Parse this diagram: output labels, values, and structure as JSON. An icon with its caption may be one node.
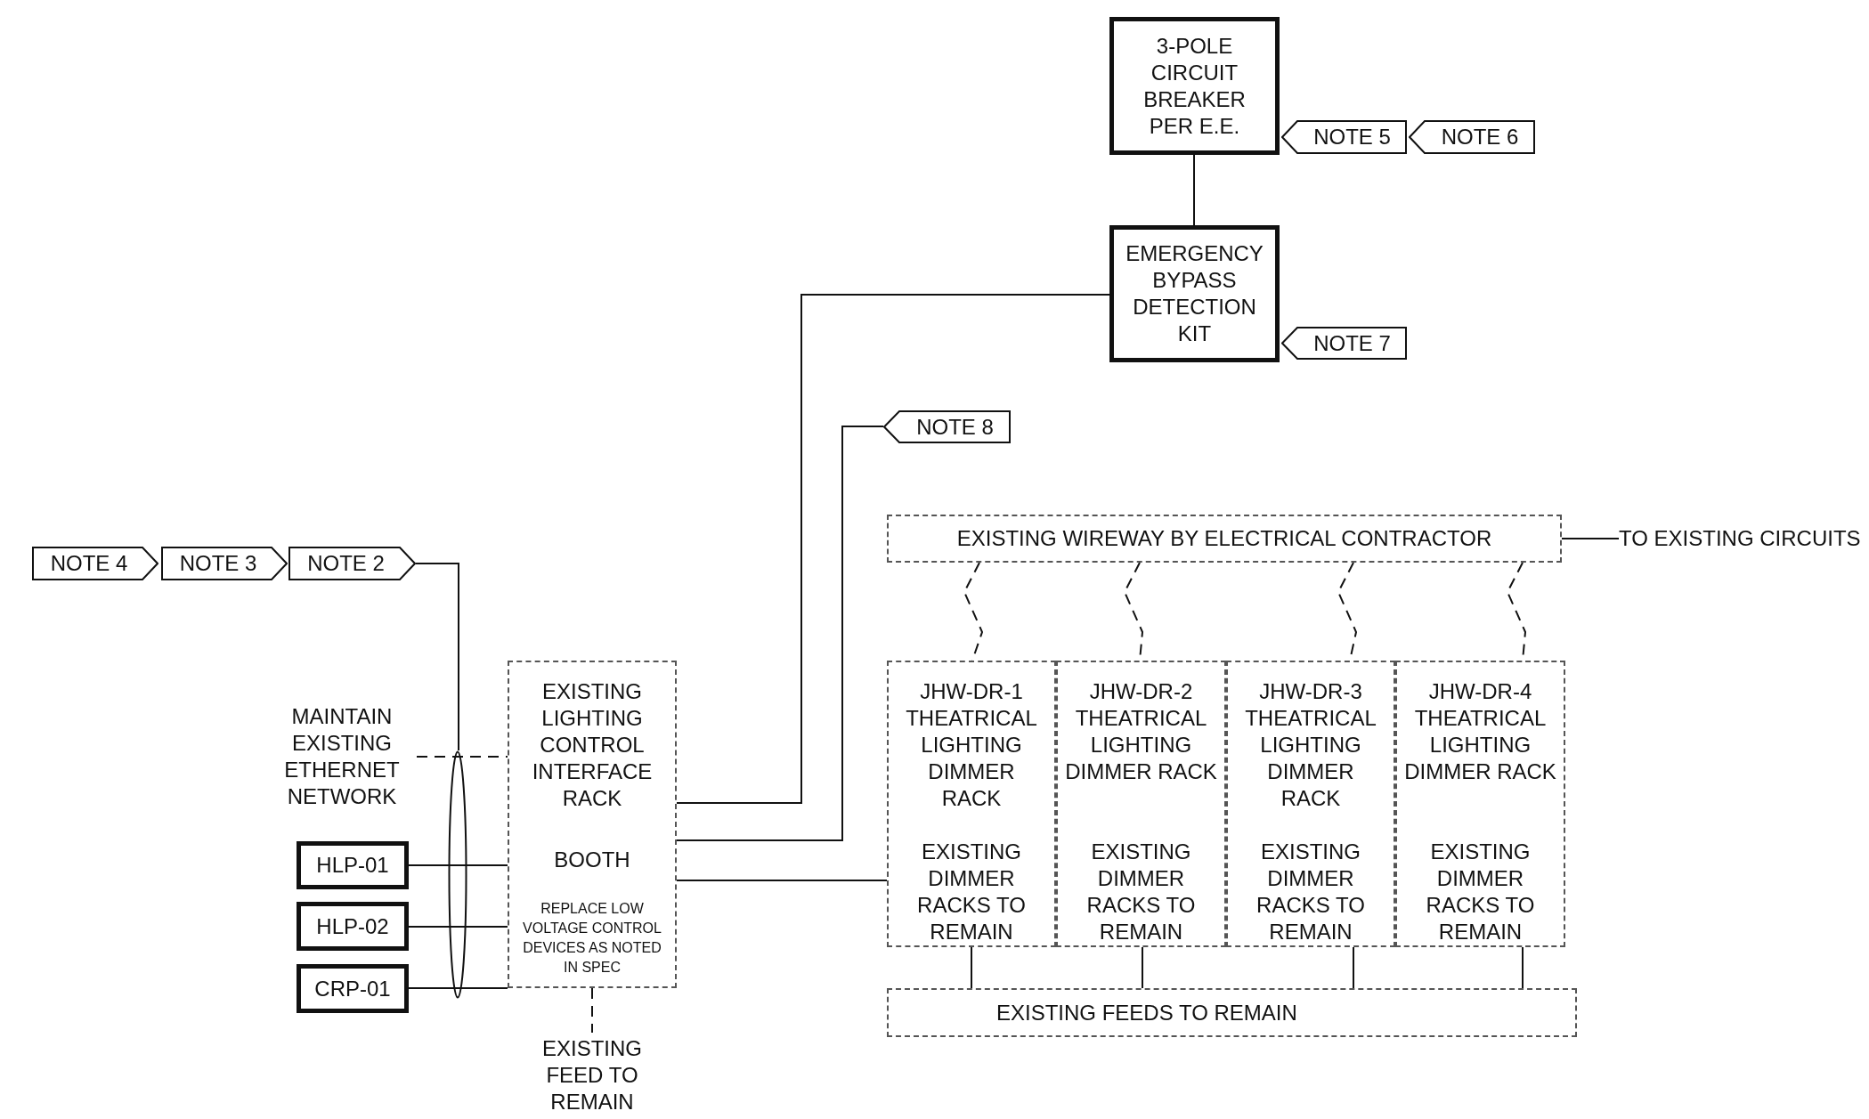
{
  "diagram": {
    "nodes": [
      {
        "text": [
          "NOTE 4"
        ]
      },
      {
        "text": [
          "NOTE 3"
        ]
      },
      {
        "text": [
          "NOTE 2"
        ]
      },
      {
        "text": [
          "MAINTAIN EXISTING ETHERNET NETWORK"
        ]
      },
      {
        "text": [],
        "shape": "ellipse"
      },
      {
        "text": [
          "HLP-01"
        ]
      },
      {
        "text": [
          "HLP-02"
        ]
      },
      {
        "text": [
          "CRP-01"
        ]
      },
      {
        "text": [
          "EXISTING LIGHTING CONTROL INTERFACE RACK",
          "BOOTH",
          "REPLACE LOW VOLTAGE CONTROL DEVICES AS NOTED IN SPEC"
        ]
      },
      {
        "text": [
          "EXISTING FEED TO REMAIN"
        ]
      },
      {
        "text": [
          "3-POLE CIRCUIT BREAKER PER E.E."
        ]
      },
      {
        "text": [
          "NOTE 5"
        ]
      },
      {
        "text": [
          "NOTE 6"
        ]
      },
      {
        "text": [
          "EMERGENCY BYPASS DETECTION KIT"
        ]
      },
      {
        "text": [
          "NOTE 7"
        ]
      },
      {
        "text": [
          "NOTE 8"
        ]
      },
      {
        "text": [
          "EXISTING WIREWAY BY ELECTRICAL CONTRACTOR"
        ]
      },
      {
        "text": [
          "TO EXISTING CIRCUITS"
        ]
      },
      {
        "text": [
          "JHW-DR-1 THEATRICAL LIGHTING DIMMER RACK",
          "EXISTING DIMMER RACKS TO REMAIN"
        ]
      },
      {
        "text": [
          "JHW-DR-2 THEATRICAL LIGHTING DIMMER RACK",
          "EXISTING DIMMER RACKS TO REMAIN"
        ]
      },
      {
        "text": [
          "JHW-DR-3 THEATRICAL LIGHTING DIMMER RACK",
          "EXISTING DIMMER RACKS TO REMAIN"
        ]
      },
      {
        "text": [
          "JHW-DR-4 THEATRICAL LIGHTING DIMMER RACK",
          "EXISTING DIMMER RACKS TO REMAIN"
        ]
      },
      {
        "text": [
          "EXISTING FEEDS TO REMAIN"
        ]
      }
    ],
    "edges": [
      {
        "from": 2,
        "to": 4,
        "arrow": "none"
      },
      {
        "from": 3,
        "to": 8,
        "arrow": "none",
        "style": "dashed"
      },
      {
        "from": 5,
        "to": 8,
        "arrow": "none"
      },
      {
        "from": 6,
        "to": 8,
        "arrow": "none"
      },
      {
        "from": 7,
        "to": 8,
        "arrow": "none"
      },
      {
        "from": 8,
        "to": 9,
        "arrow": "none",
        "style": "dashed"
      },
      {
        "from": 10,
        "to": 13,
        "arrow": "none"
      },
      {
        "from": 8,
        "to": 13,
        "arrow": "none"
      },
      {
        "from": 8,
        "to": 15,
        "arrow": "none"
      },
      {
        "from": 8,
        "to": 18,
        "arrow": "none"
      },
      {
        "from": 16,
        "to": 17,
        "arrow": "none"
      },
      {
        "from": 16,
        "to": 18,
        "arrow": "none",
        "style": "dashed"
      },
      {
        "from": 16,
        "to": 19,
        "arrow": "none",
        "style": "dashed"
      },
      {
        "from": 16,
        "to": 20,
        "arrow": "none",
        "style": "dashed"
      },
      {
        "from": 16,
        "to": 21,
        "arrow": "none",
        "style": "dashed"
      },
      {
        "from": 18,
        "to": 22,
        "arrow": "none"
      },
      {
        "from": 19,
        "to": 22,
        "arrow": "none"
      },
      {
        "from": 20,
        "to": 22,
        "arrow": "none"
      },
      {
        "from": 21,
        "to": 22,
        "arrow": "none"
      }
    ]
  }
}
